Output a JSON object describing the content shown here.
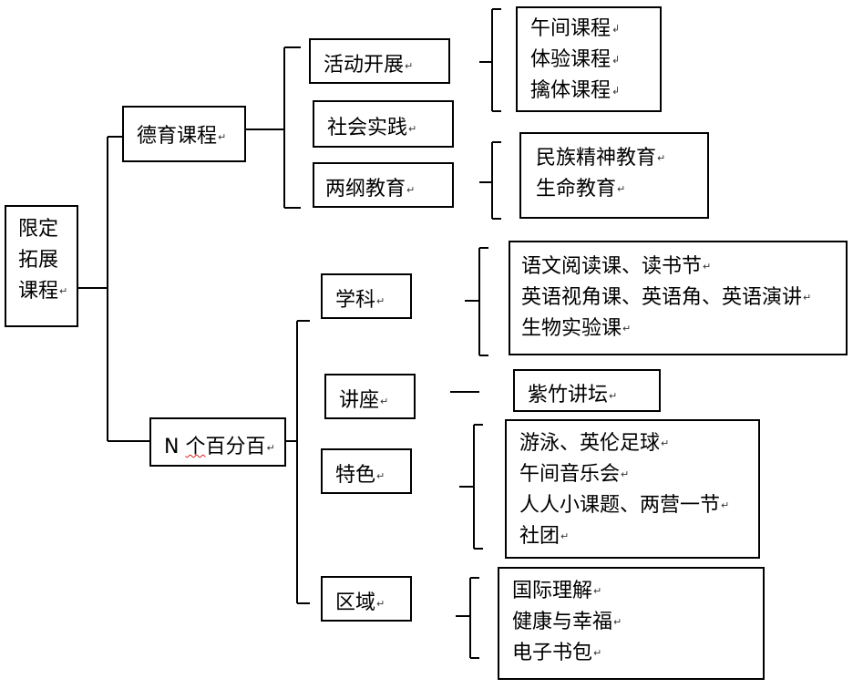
{
  "root": {
    "lines": [
      "限定",
      "拓展",
      "课程"
    ]
  },
  "deyu": {
    "label": "德育课程",
    "children": {
      "huodong": {
        "label": "活动开展",
        "items": [
          "午间课程",
          "体验课程",
          "擒体课程"
        ]
      },
      "shehui": {
        "label": "社会实践"
      },
      "liangang": {
        "label": "两纲教育",
        "items": [
          "民族精神教育",
          "生命教育"
        ]
      }
    }
  },
  "nge": {
    "prefix": "N",
    "underlined": "个",
    "suffix": "百分百",
    "children": {
      "xueke": {
        "label": "学科",
        "items": [
          "语文阅读课、读书节",
          "英语视角课、英语角、英语演讲",
          "生物实验课"
        ]
      },
      "jiangzuo": {
        "label": "讲座",
        "items": [
          "紫竹讲坛"
        ]
      },
      "tese": {
        "label": "特色",
        "items": [
          "游泳、英伦足球",
          "午间音乐会",
          "人人小课题、两营一节",
          "社团"
        ]
      },
      "quyu": {
        "label": "区域",
        "items": [
          "国际理解",
          "健康与幸福",
          "电子书包"
        ]
      }
    }
  },
  "marks": {
    "return": "↵",
    "paragraph": "↲"
  }
}
